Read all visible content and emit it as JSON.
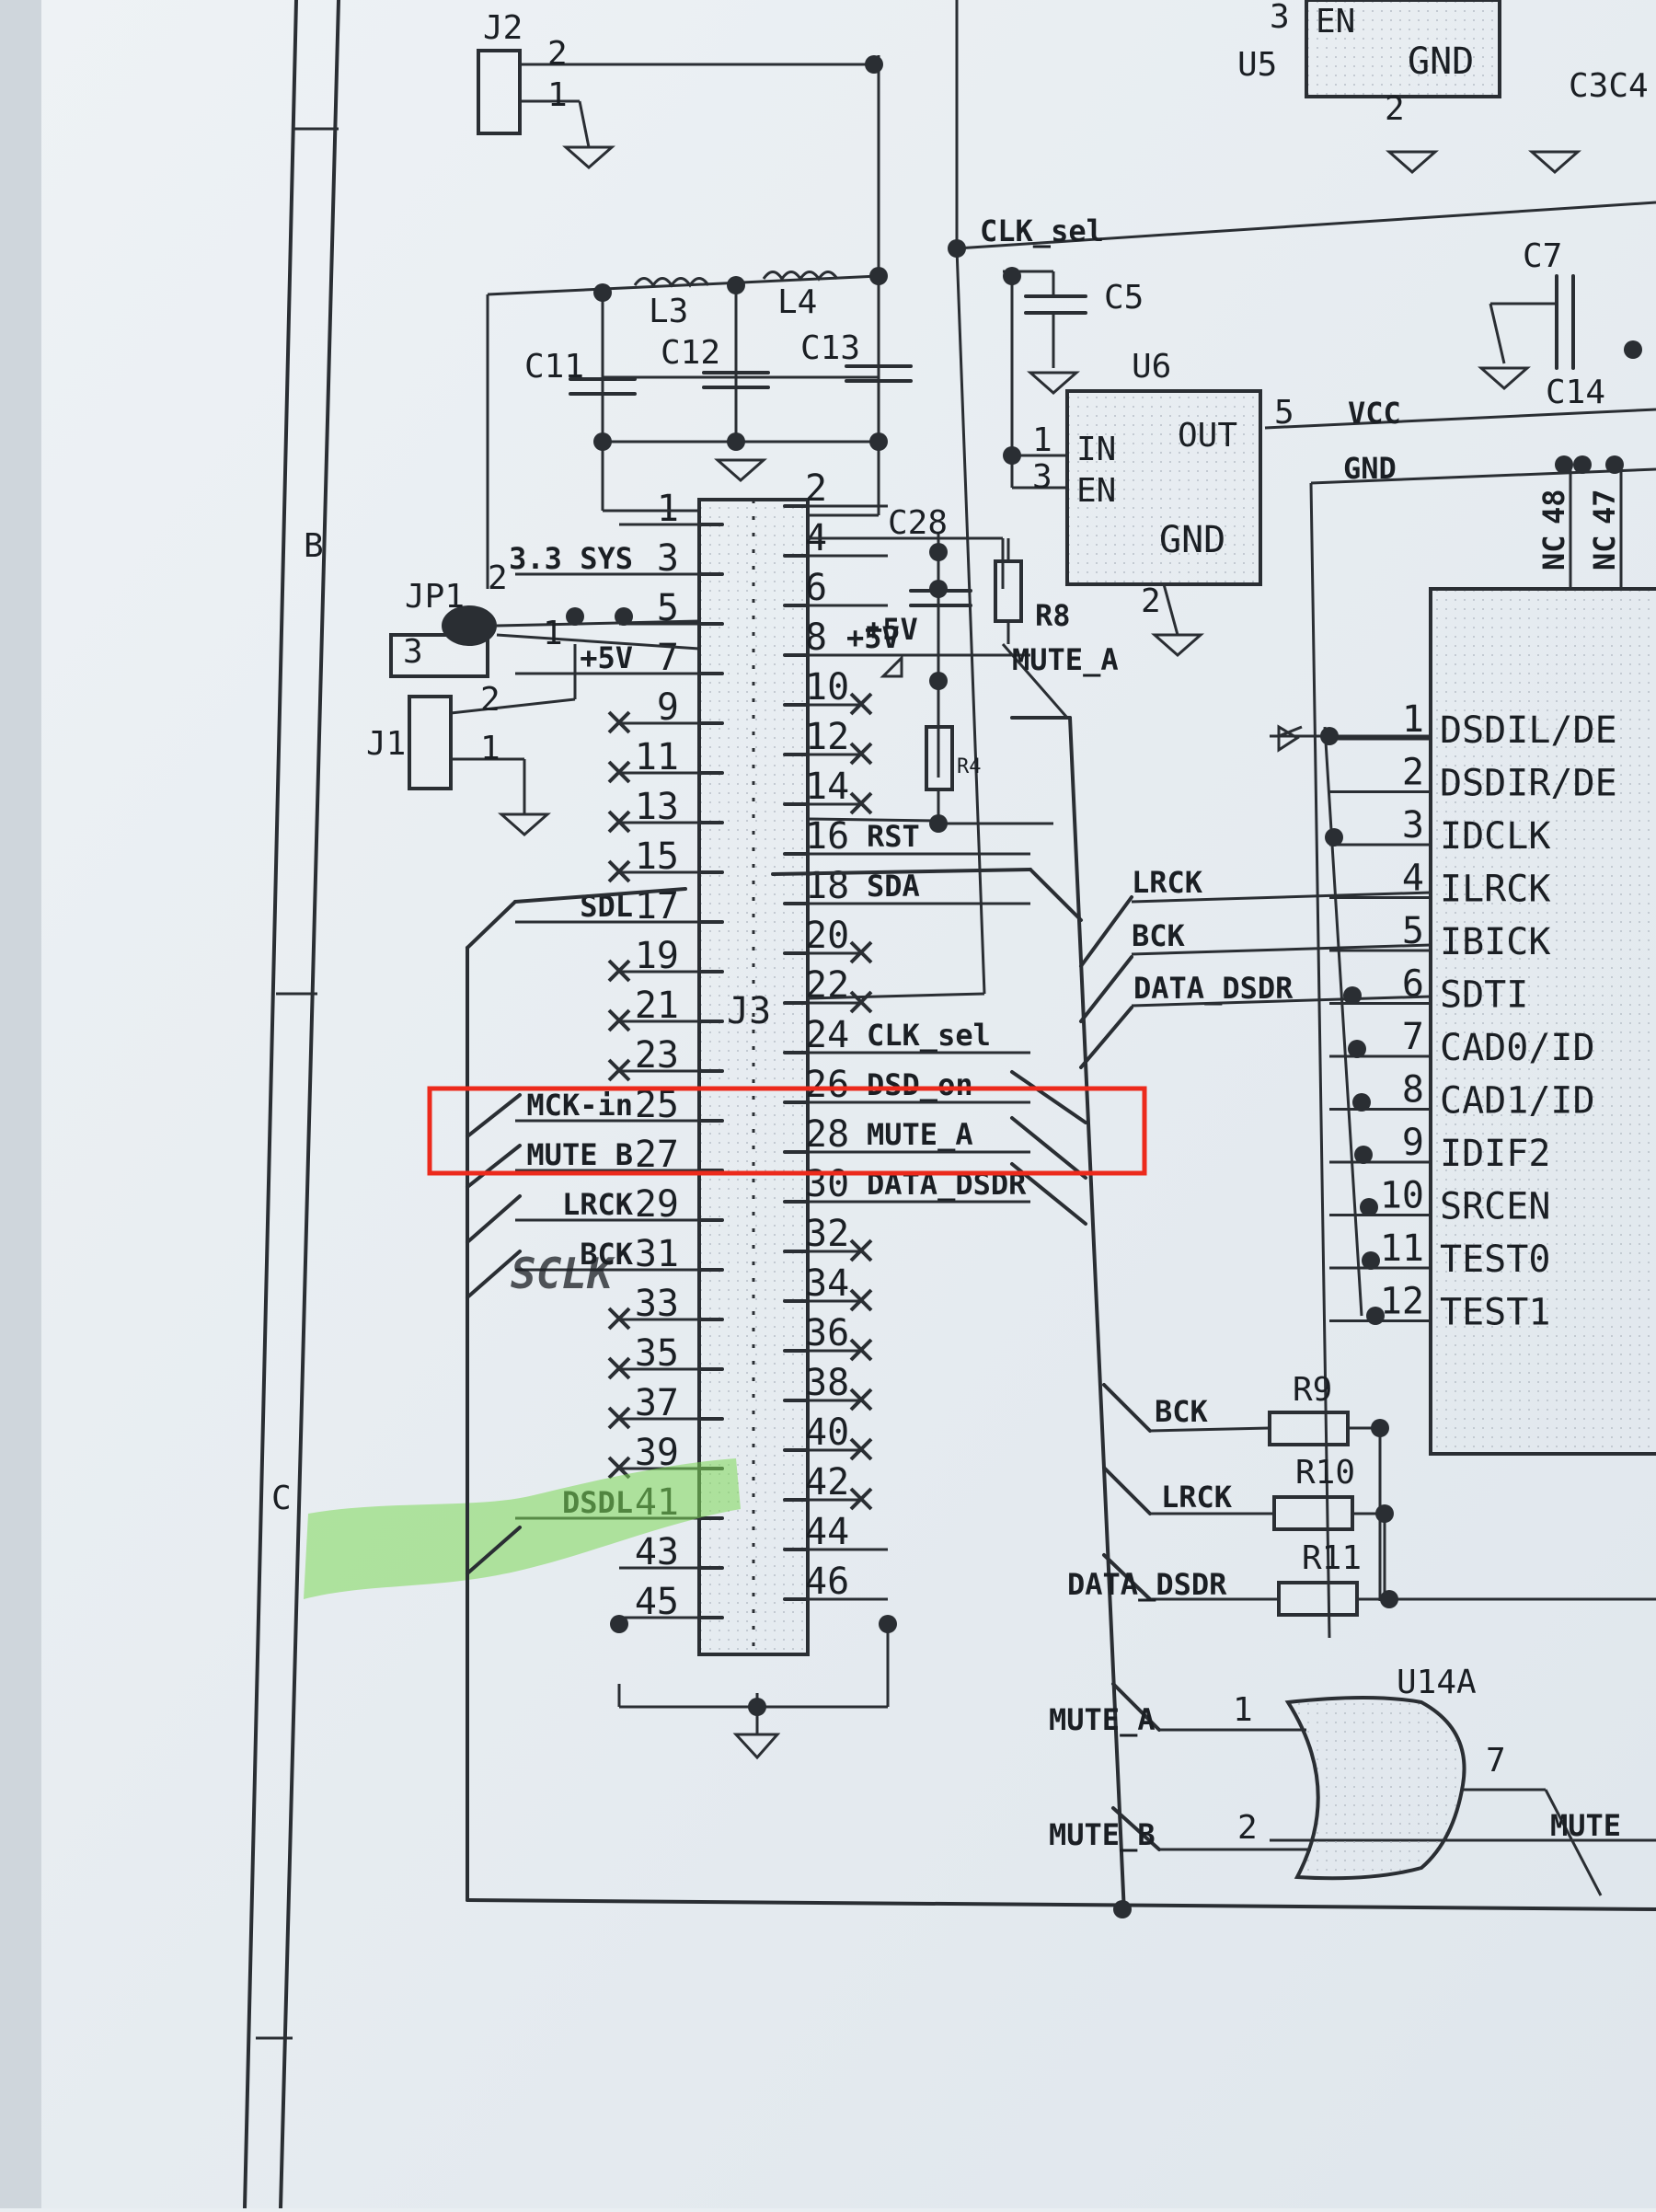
{
  "sheet_zones": [
    "B",
    "C"
  ],
  "j3": {
    "ref": "J3",
    "left_pins": [
      {
        "num": "1",
        "net": "",
        "nc": false
      },
      {
        "num": "3",
        "net": "3.3_SYS",
        "nc": false
      },
      {
        "num": "5",
        "net": "",
        "nc": false
      },
      {
        "num": "7",
        "net": "+5V",
        "nc": false
      },
      {
        "num": "9",
        "net": "",
        "nc": true
      },
      {
        "num": "11",
        "net": "",
        "nc": true
      },
      {
        "num": "13",
        "net": "",
        "nc": true
      },
      {
        "num": "15",
        "net": "",
        "nc": true
      },
      {
        "num": "17",
        "net": "SDL",
        "nc": false
      },
      {
        "num": "19",
        "net": "",
        "nc": true
      },
      {
        "num": "21",
        "net": "",
        "nc": true
      },
      {
        "num": "23",
        "net": "",
        "nc": true
      },
      {
        "num": "25",
        "net": "MCK-in",
        "nc": false
      },
      {
        "num": "27",
        "net": "MUTE_B",
        "nc": false
      },
      {
        "num": "29",
        "net": "LRCK",
        "nc": false
      },
      {
        "num": "31",
        "net": "BCK",
        "nc": false
      },
      {
        "num": "33",
        "net": "",
        "nc": true
      },
      {
        "num": "35",
        "net": "",
        "nc": true
      },
      {
        "num": "37",
        "net": "",
        "nc": true
      },
      {
        "num": "39",
        "net": "",
        "nc": true
      },
      {
        "num": "41",
        "net": "DSDL",
        "nc": false
      },
      {
        "num": "43",
        "net": "",
        "nc": false
      },
      {
        "num": "45",
        "net": "",
        "nc": false
      }
    ],
    "right_pins": [
      {
        "num": "2",
        "net": "",
        "nc": false
      },
      {
        "num": "4",
        "net": "",
        "nc": false
      },
      {
        "num": "6",
        "net": "",
        "nc": false
      },
      {
        "num": "8",
        "net": "+5V",
        "nc": false
      },
      {
        "num": "10",
        "net": "",
        "nc": true
      },
      {
        "num": "12",
        "net": "",
        "nc": true
      },
      {
        "num": "14",
        "net": "",
        "nc": true
      },
      {
        "num": "16",
        "net": "RST",
        "nc": false
      },
      {
        "num": "18",
        "net": "SDA",
        "nc": false
      },
      {
        "num": "20",
        "net": "",
        "nc": true
      },
      {
        "num": "22",
        "net": "",
        "nc": true
      },
      {
        "num": "24",
        "net": "CLK_sel",
        "nc": false
      },
      {
        "num": "26",
        "net": "DSD_on",
        "nc": false
      },
      {
        "num": "28",
        "net": "MUTE_A",
        "nc": false
      },
      {
        "num": "30",
        "net": "DATA_DSDR",
        "nc": false
      },
      {
        "num": "32",
        "net": "",
        "nc": true
      },
      {
        "num": "34",
        "net": "",
        "nc": true
      },
      {
        "num": "36",
        "net": "",
        "nc": true
      },
      {
        "num": "38",
        "net": "",
        "nc": true
      },
      {
        "num": "40",
        "net": "",
        "nc": true
      },
      {
        "num": "42",
        "net": "",
        "nc": true
      },
      {
        "num": "44",
        "net": "",
        "nc": false
      },
      {
        "num": "46",
        "net": "",
        "nc": false
      }
    ]
  },
  "handwriting": "SCLK",
  "highlight_pins": [
    "27",
    "28"
  ],
  "components": {
    "j2": {
      "ref": "J2",
      "pins": [
        "2",
        "1"
      ]
    },
    "j1": {
      "ref": "J1",
      "pins": [
        "2",
        "1"
      ]
    },
    "jp1": {
      "ref": "JP1",
      "pins": [
        "3",
        "2",
        "1"
      ]
    },
    "l3": "L3",
    "l4": "L4",
    "c11": "C11",
    "c12": "C12",
    "c13": "C13",
    "c28": "C28",
    "c5": "C5",
    "c7": "C7",
    "c14": "C14",
    "c3": "C3C4",
    "r8": "R8",
    "r4": "R4",
    "r9": "R9",
    "r10": "R10",
    "r11": "R11",
    "u5": {
      "ref": "U5",
      "pin_en": "EN",
      "pin_num": "3",
      "gnd": "GND",
      "gnd_num": "2"
    },
    "u6": {
      "ref": "U6",
      "in": "IN",
      "en": "EN",
      "out": "OUT",
      "gnd": "GND",
      "in_num": "1",
      "en_num": "3",
      "out_num": "5",
      "gnd_num": "2"
    },
    "u14a": {
      "ref": "U14A",
      "in1": "1",
      "in2": "2",
      "out": "7"
    }
  },
  "nets": {
    "clk_sel": "CLK_sel",
    "vcc": "VCC",
    "gnd": "GND",
    "mute_a": "MUTE_A",
    "mute_a2": "MUTE_A",
    "mute_b2": "MUTE_B",
    "mute": "MUTE",
    "lrck": "LRCK",
    "bck": "BCK",
    "data_dsdr": "DATA_DSDR",
    "bck2": "BCK",
    "lrck2": "LRCK",
    "data_dsdr2": "DATA_DSDR",
    "p5v": "+5V",
    "nc": "NC",
    "p48": "48",
    "p47": "47"
  },
  "ic": {
    "pins": [
      {
        "num": "1",
        "name": "DSDIL/DE"
      },
      {
        "num": "2",
        "name": "DSDIR/DE"
      },
      {
        "num": "3",
        "name": "IDCLK"
      },
      {
        "num": "4",
        "name": "ILRCK"
      },
      {
        "num": "5",
        "name": "IBICK"
      },
      {
        "num": "6",
        "name": "SDTI"
      },
      {
        "num": "7",
        "name": "CAD0/ID"
      },
      {
        "num": "8",
        "name": "CAD1/ID"
      },
      {
        "num": "9",
        "name": "IDIF2"
      },
      {
        "num": "10",
        "name": "SRCEN"
      },
      {
        "num": "11",
        "name": "TEST0"
      },
      {
        "num": "12",
        "name": "TEST1"
      }
    ]
  }
}
